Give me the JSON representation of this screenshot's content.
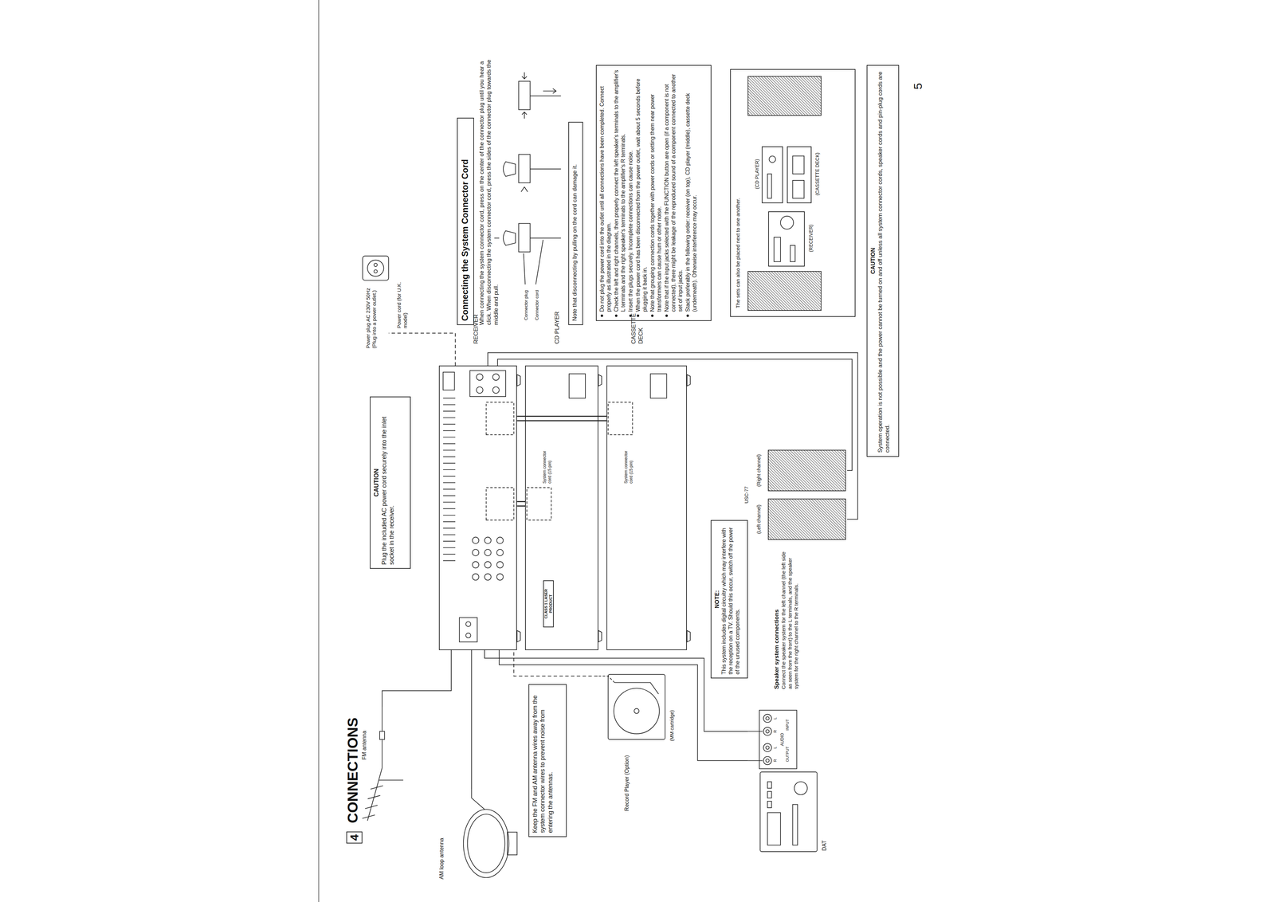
{
  "diagram": {
    "title": "CONNECTIONS",
    "nodes": [
      {
        "text": [
          "FM antenna"
        ]
      },
      {
        "text": [
          "AM loop antenna"
        ]
      },
      {
        "text": [
          "Keep the FM and AM antenna wires away from the system connector wires to prevent noise from entering the antennas."
        ]
      },
      {
        "text": [
          "CAUTION",
          "Plug the included AC power cord securely into the inlet socket in the receiver."
        ]
      },
      {
        "text": [
          "RECEIVER"
        ]
      },
      {
        "text": [
          "CD PLAYER"
        ]
      },
      {
        "text": [
          "CASSETTE DECK"
        ]
      },
      {
        "text": [
          "Power plug AC 230V 50Hz (Plug into a power outlet.)"
        ]
      },
      {
        "text": [
          "Record Player (Option)",
          "(MM cartridge)"
        ]
      },
      {
        "text": [
          "NOTE:",
          "This system includes digital circuitry which may interfere with the reception on a TV. Should this occur, switch off the power of the unused components."
        ]
      },
      {
        "text": [
          "DAT"
        ]
      },
      {
        "text": [
          "(Left channel)"
        ]
      },
      {
        "text": [
          "(Right channel)"
        ]
      },
      {
        "text": [
          "Connecting the System Connector Cord"
        ]
      },
      {
        "text": [
          "Note that disconnecting by pulling on the cord can damage it."
        ]
      },
      {
        "text": [
          "Do not plug the power cord into the outlet until all connections have been completed. Connect properly as illustrated in the diagram.",
          "Check the left and right channels, then properly connect the left speaker's terminals to the amplifier's L terminals and the right speaker's terminals to the amplifier's R terminals.",
          "Insert the plugs securely. Incomplete connections can cause noise.",
          "When the power cord has been disconnected from the power outlet, wait about 5 seconds before plugging it back in.",
          "Note that grouping connection cords together with power cords or setting them near power transformers can cause hum or other noise.",
          "Note that if the input jacks selected with the FUNCTION button are open (if a component is not connected), there might be leakage of the reproduced sound of a component connected to another set of input jacks.",
          "Stack preferably in the following order: receiver (on top), CD player (middle), cassette deck (underneath). Otherwise interference may occur."
        ]
      },
      {
        "text": [
          "The sets can also be placed next to one another."
        ]
      },
      {
        "text": [
          "(RECEIVER)"
        ],
        "in": 16
      },
      {
        "text": [
          "(CD PLAYER)"
        ],
        "in": 16
      },
      {
        "text": [
          "(CASSETTE DECK)"
        ],
        "in": 16
      },
      {
        "text": [
          "CAUTION",
          "System operation is not possible and the power cannot be turned on and off unless all system connector cords, speaker cords and pin-plug cords are connected."
        ]
      }
    ],
    "edges": [
      {
        "from": 0,
        "to": 4,
        "arrow": "none"
      },
      {
        "from": 1,
        "to": 4,
        "arrow": "none"
      },
      {
        "from": 4,
        "to": 7,
        "arrow": "none"
      },
      {
        "from": 4,
        "to": 5,
        "arrow": "none"
      },
      {
        "from": 4,
        "to": 6,
        "arrow": "none"
      },
      {
        "from": 8,
        "to": 4,
        "arrow": "none"
      },
      {
        "from": 10,
        "to": 4,
        "arrow": "none"
      },
      {
        "from": 4,
        "to": 10,
        "arrow": "none"
      },
      {
        "from": 4,
        "to": 11,
        "arrow": "none"
      },
      {
        "from": 4,
        "to": 12,
        "arrow": "none"
      }
    ],
    "labels": [
      "4",
      "Power cord (for U.K. model)",
      "When connecting the system connector cord, press on the center of the connector plug until you hear a click. When disconnecting the system connector cord, press the sides of the connector plug towards the middle and pull.",
      "Connector plug",
      "Connector cord",
      "System connector cord (15 pin)",
      "System connector cord (15 pin)",
      "CLASS 1 LASER PRODUCT",
      "USC-77",
      "Speaker system connections",
      "Connect the speaker system for the left channel (the left side as seen from the front) to the L terminals, and the speaker system for the right channel to the R terminals.",
      "AUDIO",
      "OUTPUT",
      "INPUT",
      "R",
      "L",
      "R",
      "L",
      "5"
    ]
  }
}
